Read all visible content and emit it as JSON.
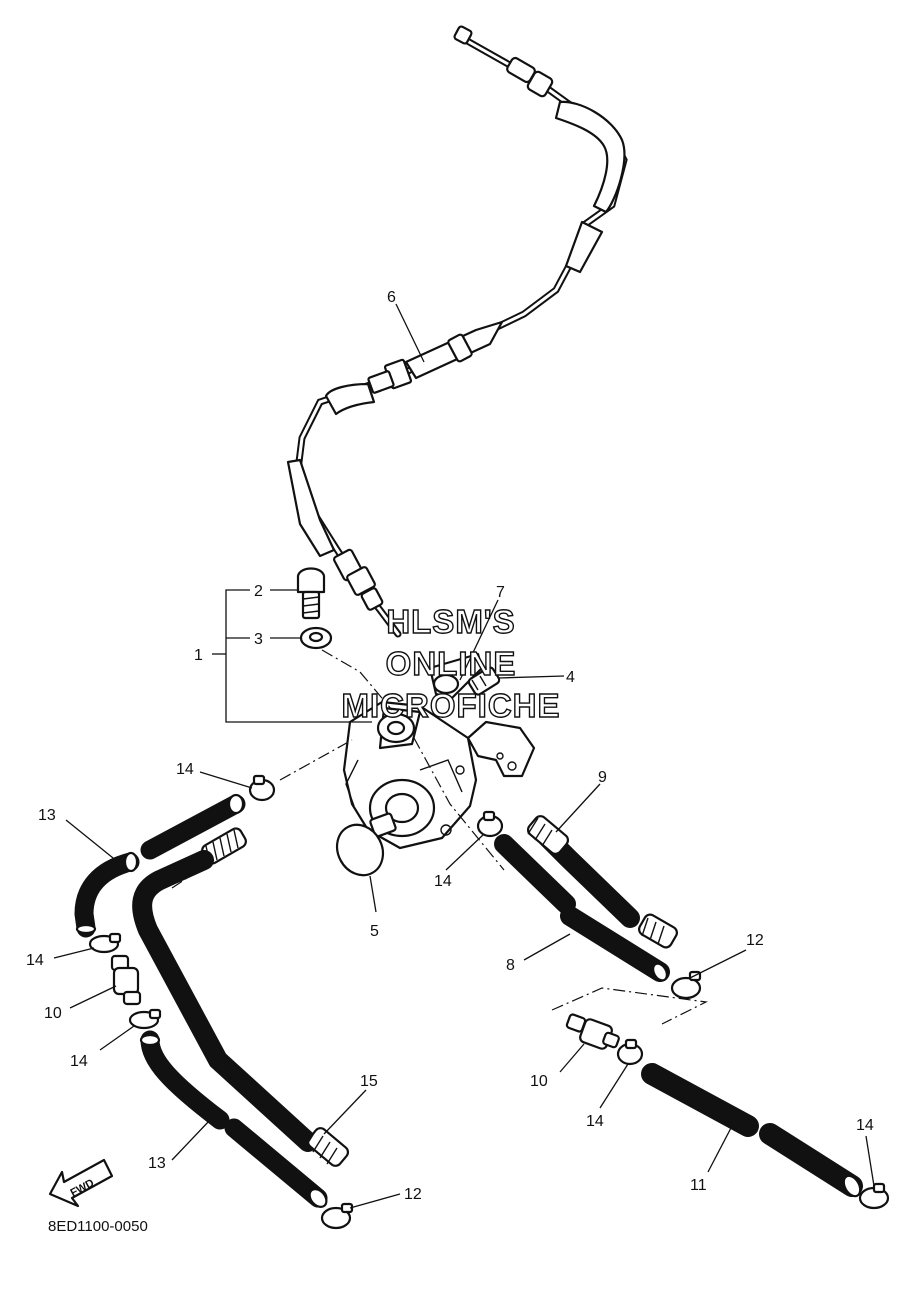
{
  "diagram": {
    "code": "8ED1100-0050",
    "watermark": [
      "HLSM'S",
      "ONLINE",
      "MICROFICHE"
    ],
    "direction_arrow": "FWD",
    "callouts": {
      "c1": "1",
      "c2": "2",
      "c3": "3",
      "c4": "4",
      "c5": "5",
      "c6": "6",
      "c7": "7",
      "c8": "8",
      "c9": "9",
      "c10a": "10",
      "c10b": "10",
      "c11": "11",
      "c12a": "12",
      "c12b": "12",
      "c13a": "13",
      "c13b": "13",
      "c14a": "14",
      "c14b": "14",
      "c14c": "14",
      "c14d": "14",
      "c14e": "14",
      "c14f": "14",
      "c15": "15"
    }
  }
}
